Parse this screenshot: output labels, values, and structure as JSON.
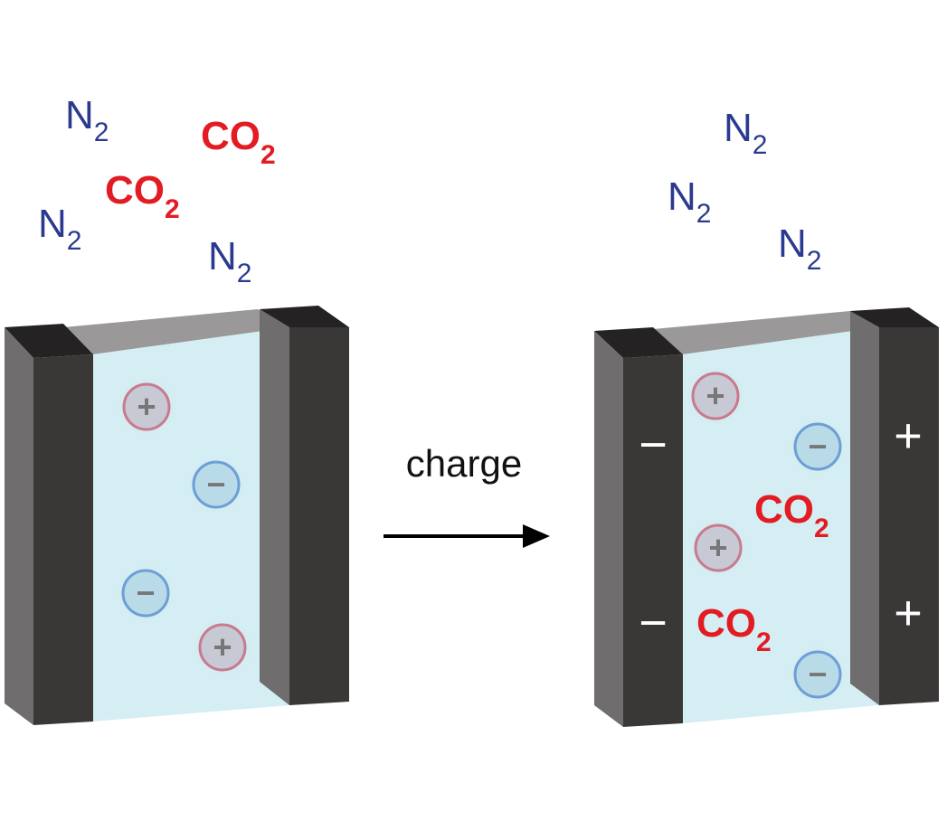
{
  "colors": {
    "n2": "#2b3a8f",
    "co2": "#e31b23",
    "electrode_front": "#3a3837",
    "electrode_side": "#6f6d6e",
    "electrolyte": "#d4eef3",
    "cation": "#c97a8e",
    "anion": "#6d9ed6",
    "ion_symbol": "#777777"
  },
  "molecules": {
    "n2_base": "N",
    "n2_sub": "2",
    "co2_base": "CO",
    "co2_sub": "2"
  },
  "arrow": {
    "label": "charge"
  },
  "electrode_signs": {
    "negative": "−",
    "positive": "+"
  },
  "ions": {
    "cation_symbol": "+",
    "anion_symbol": "−"
  },
  "icons": {
    "arrow": "arrow-right-icon",
    "cation": "cation-icon",
    "anion": "anion-icon"
  }
}
